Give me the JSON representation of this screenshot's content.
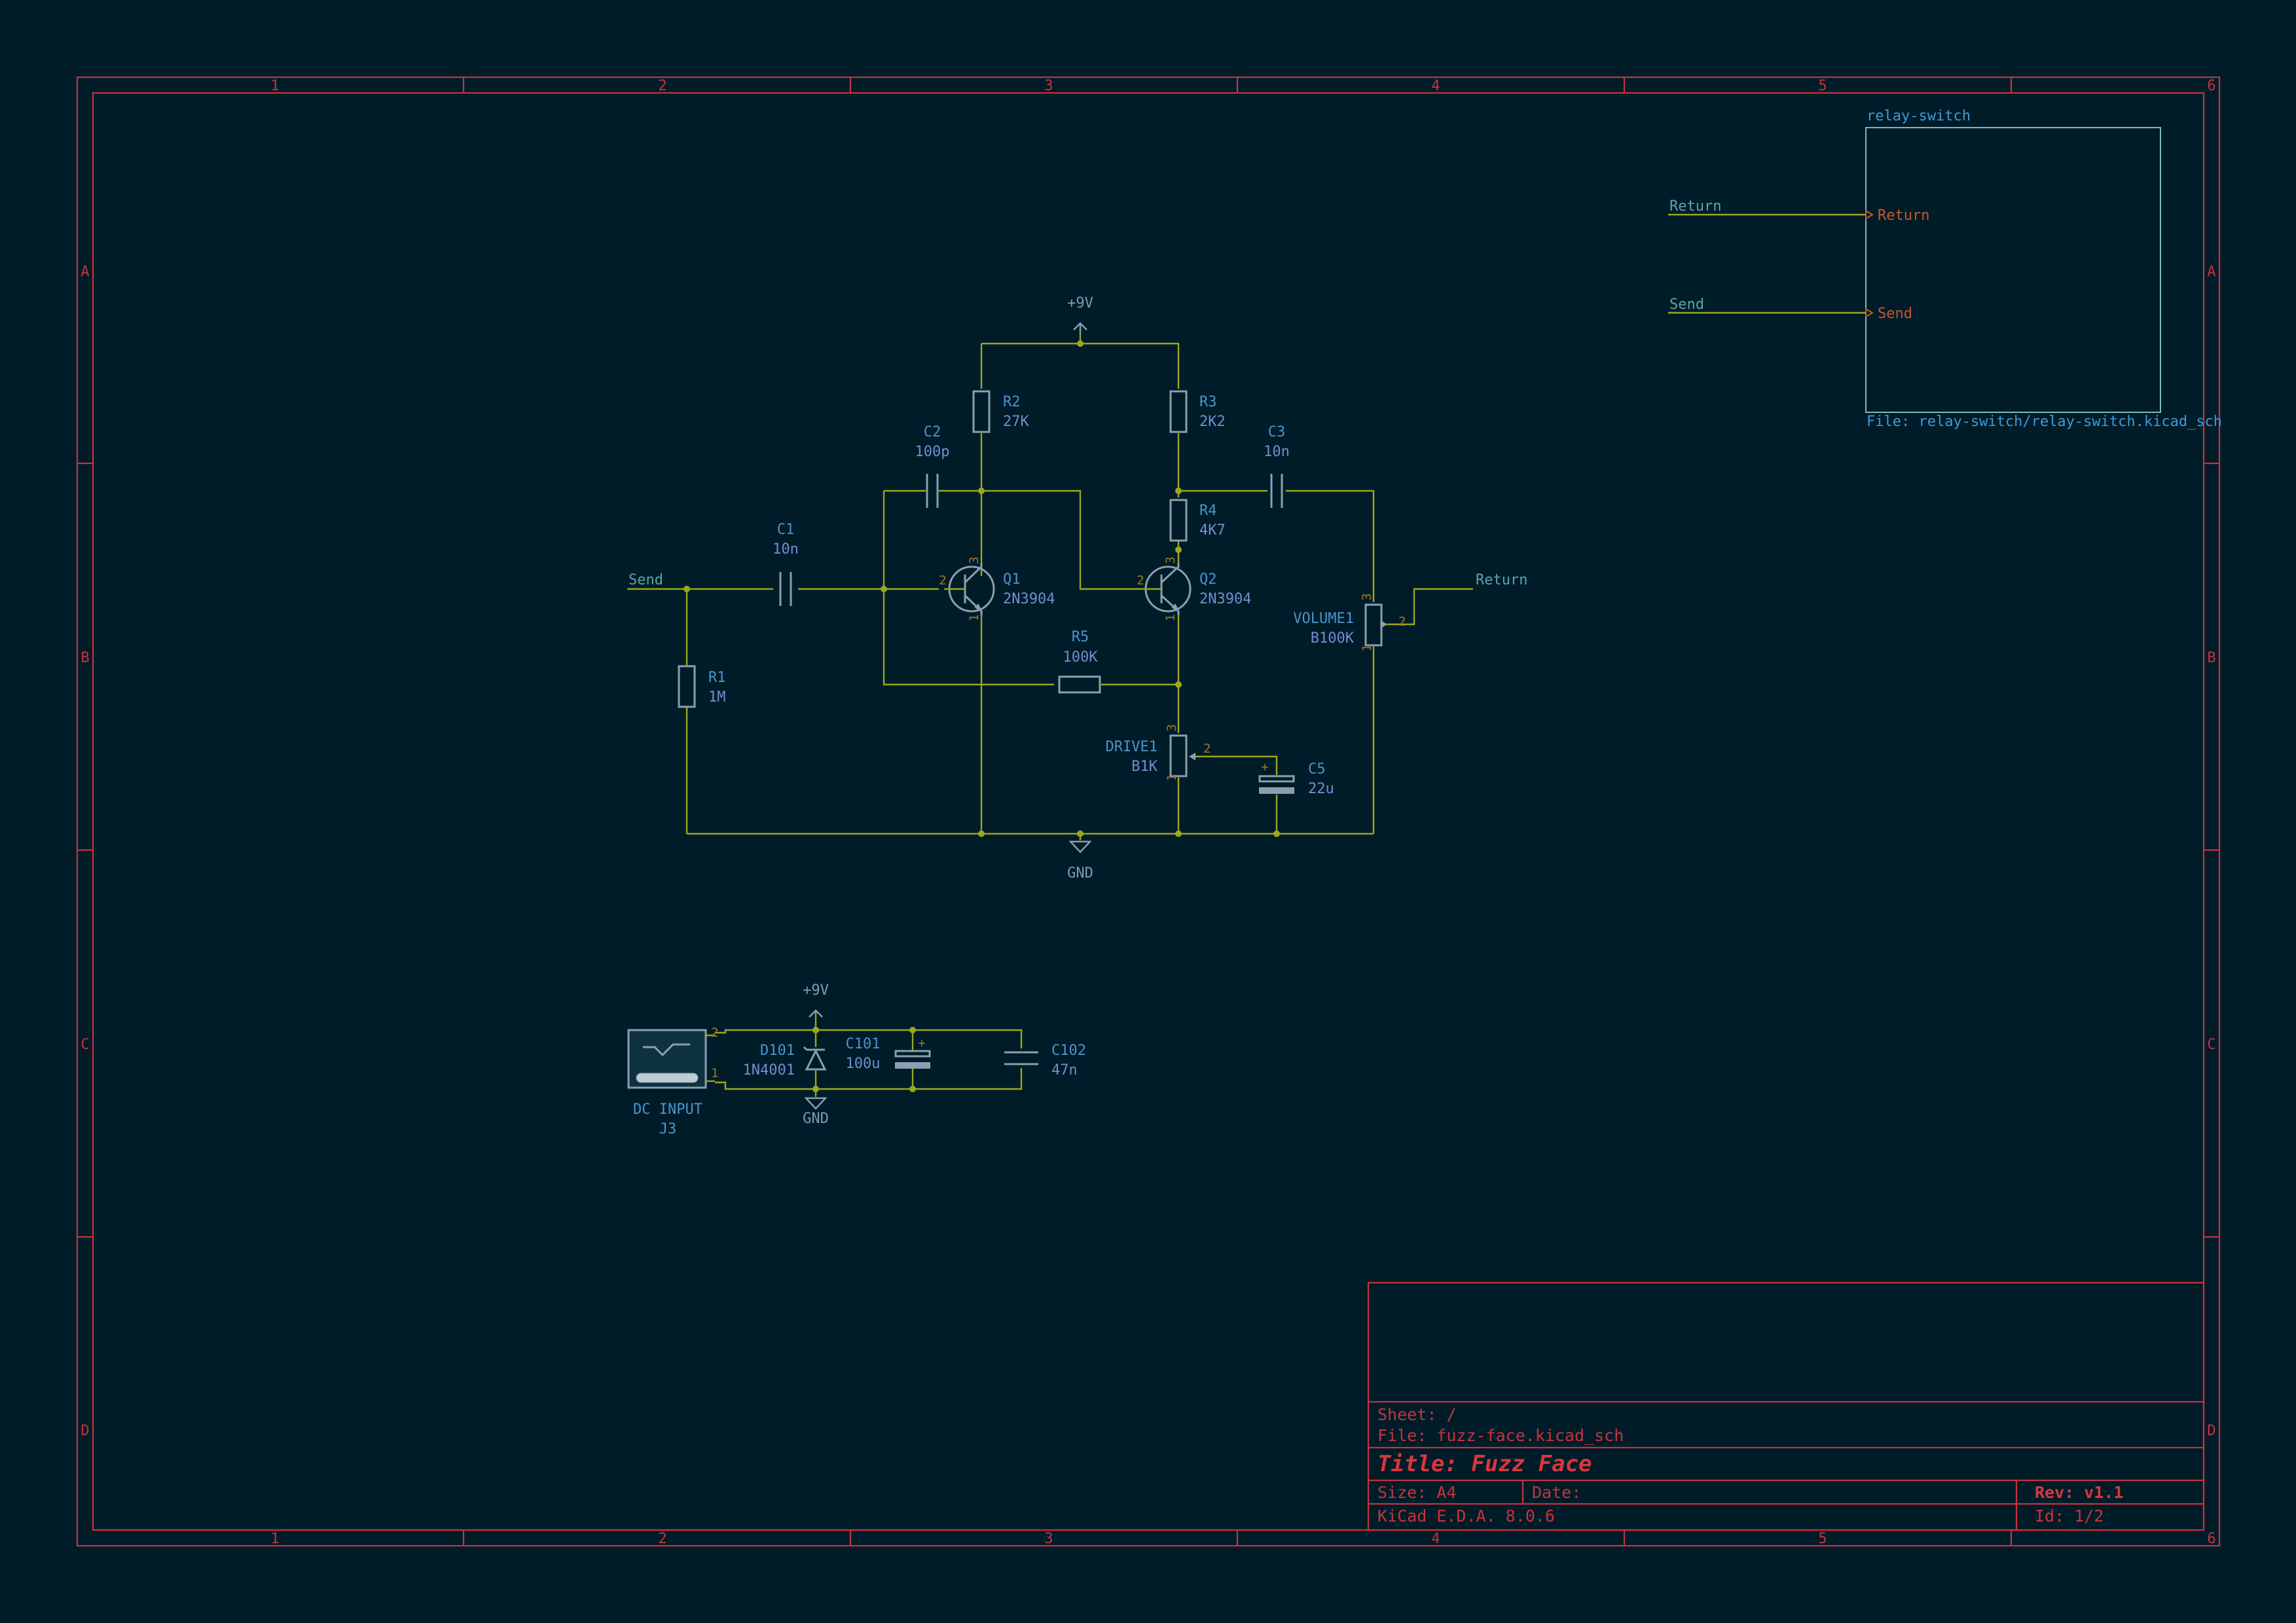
{
  "app": {
    "title": "KiCad Schematic"
  },
  "frame": {
    "columns": [
      "1",
      "2",
      "3",
      "4",
      "5",
      "6"
    ],
    "rows": [
      "A",
      "B",
      "C",
      "D"
    ]
  },
  "title_block": {
    "sheet": "Sheet: /",
    "file": "File: fuzz-face.kicad_sch",
    "title": "Title: Fuzz Face",
    "size": "Size: A4",
    "date": "Date:",
    "rev": "Rev: v1.1",
    "tool": "KiCad E.D.A. 8.0.6",
    "id": "Id: 1/2"
  },
  "hier_sheet": {
    "name": "relay-switch",
    "file": "File: relay-switch/relay-switch.kicad_sch",
    "pins": [
      "Return",
      "Send"
    ]
  },
  "labels": {
    "send_left": "Send",
    "return_right": "Return",
    "sheet_return": "Return",
    "sheet_send": "Send"
  },
  "power": {
    "vcc_main": "+9V",
    "gnd_main": "GND",
    "vcc_psu": "+9V",
    "gnd_psu": "GND"
  },
  "components": {
    "R1": {
      "ref": "R1",
      "value": "1M"
    },
    "R2": {
      "ref": "R2",
      "value": "27K"
    },
    "R3": {
      "ref": "R3",
      "value": "2K2"
    },
    "R4": {
      "ref": "R4",
      "value": "4K7"
    },
    "R5": {
      "ref": "R5",
      "value": "100K"
    },
    "C1": {
      "ref": "C1",
      "value": "10n"
    },
    "C2": {
      "ref": "C2",
      "value": "100p"
    },
    "C3": {
      "ref": "C3",
      "value": "10n"
    },
    "C5": {
      "ref": "C5",
      "value": "22u"
    },
    "Q1": {
      "ref": "Q1",
      "value": "2N3904"
    },
    "Q2": {
      "ref": "Q2",
      "value": "2N3904"
    },
    "DRIVE1": {
      "ref": "DRIVE1",
      "value": "B1K"
    },
    "VOLUME1": {
      "ref": "VOLUME1",
      "value": "B100K"
    },
    "D101": {
      "ref": "D101",
      "value": "1N4001"
    },
    "C101": {
      "ref": "C101",
      "value": "100u"
    },
    "C102": {
      "ref": "C102",
      "value": "47n"
    },
    "J3": {
      "ref": "J3",
      "value": "DC INPUT"
    }
  },
  "pins": {
    "n1": "1",
    "n2": "2",
    "n3": "3"
  },
  "polarity": {
    "plus": "+"
  }
}
